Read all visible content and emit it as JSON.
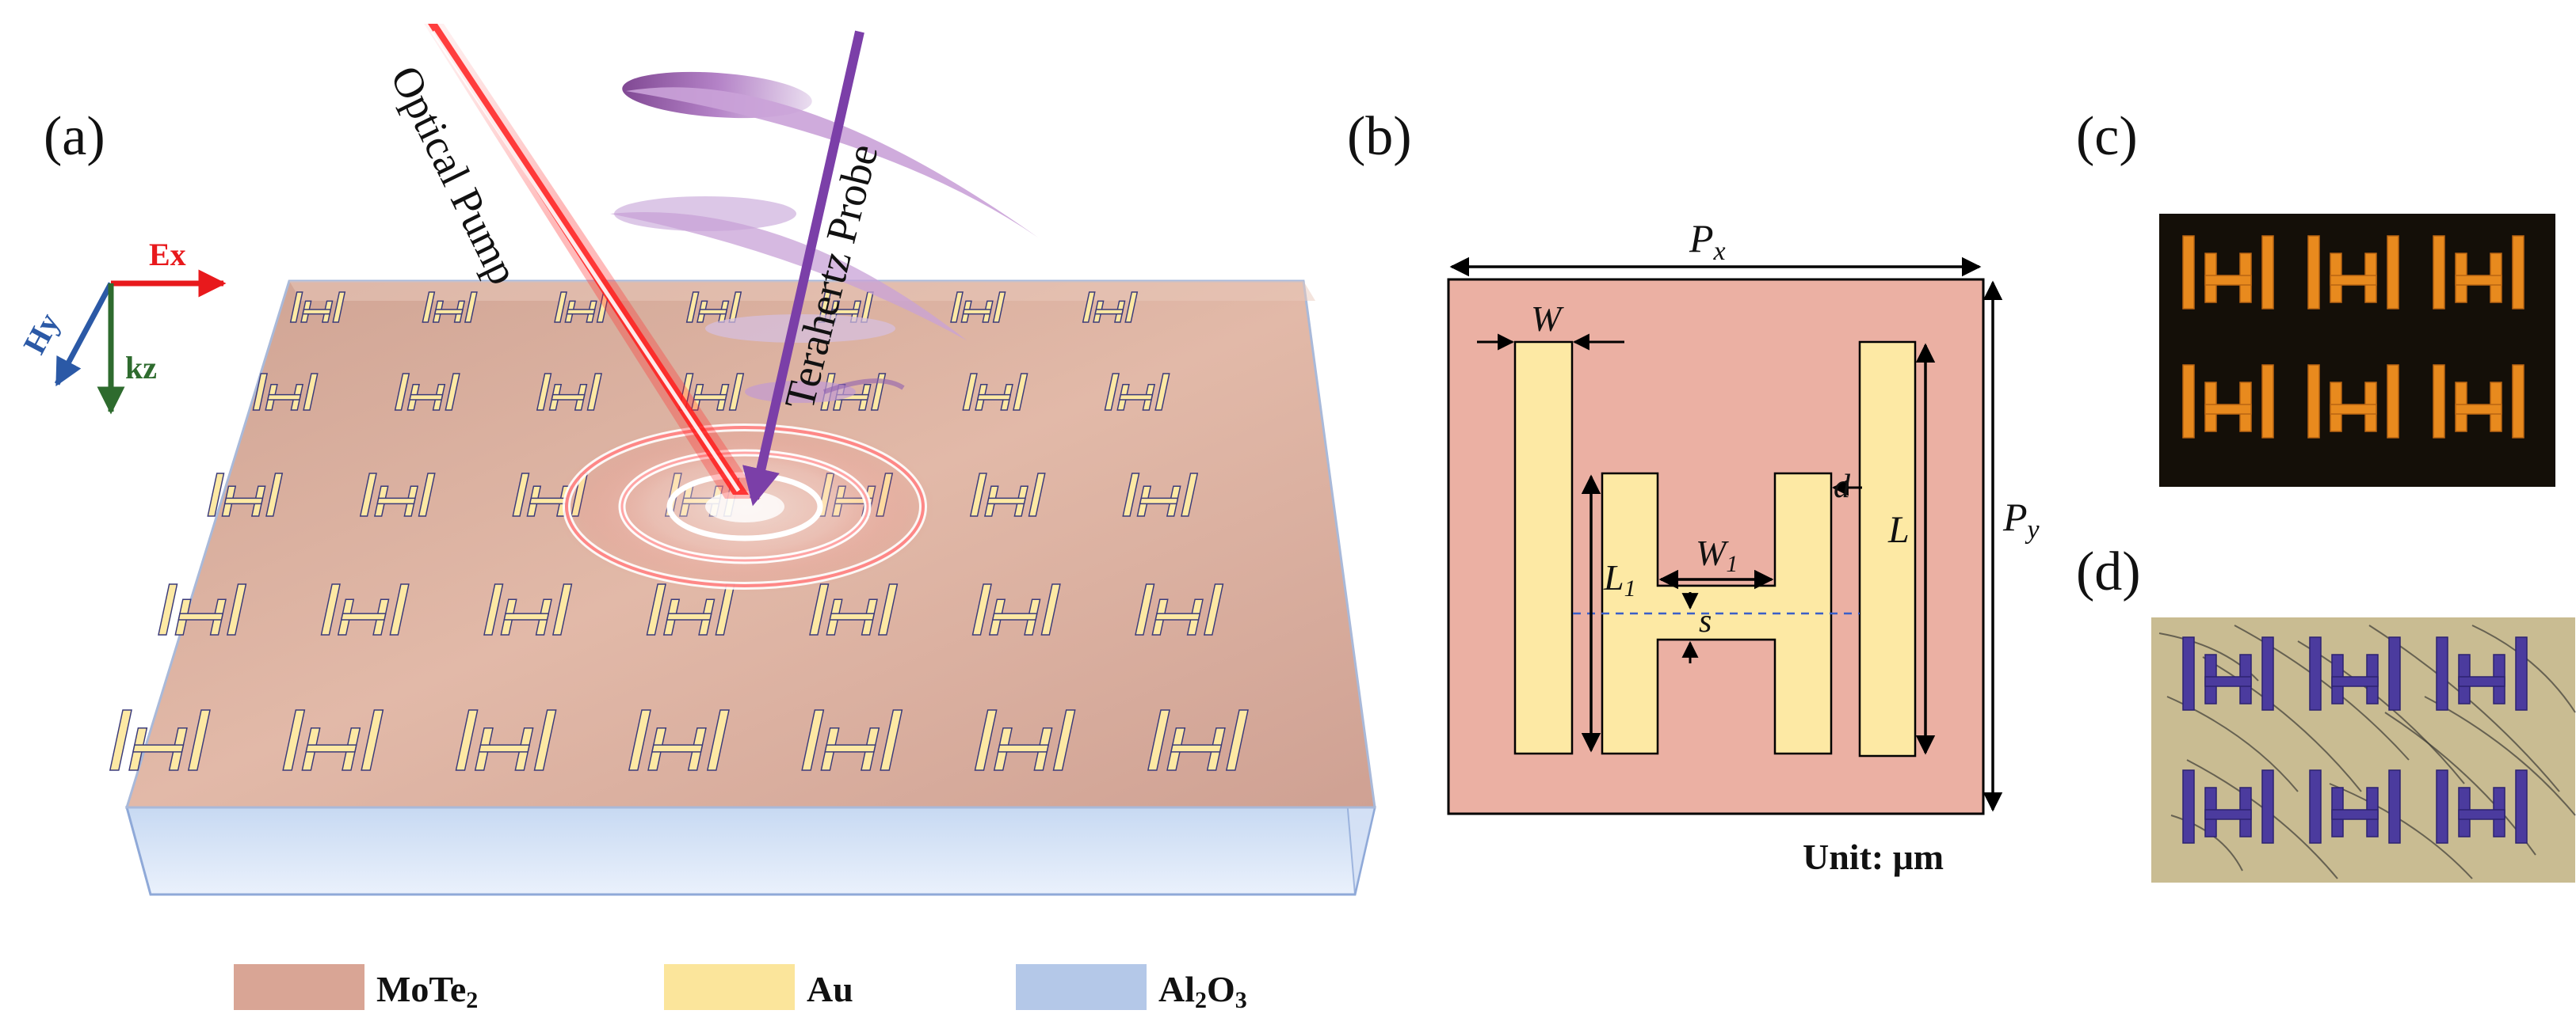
{
  "panels": {
    "a": "(a)",
    "b": "(b)",
    "c": "(c)",
    "d": "(d)"
  },
  "panel_a": {
    "beam_pump_label": "Optical Pump",
    "beam_probe_label": "Terahertz Probe",
    "axes": {
      "ex": "Ex",
      "hy": "Hy",
      "kz": "kz"
    },
    "axis_colors": {
      "ex": "#e8191c",
      "hy": "#2b59a6",
      "kz": "#2e6b2e"
    }
  },
  "panel_b": {
    "px": "P",
    "px_sub": "x",
    "py": "P",
    "py_sub": "y",
    "w": "W",
    "w1": "W",
    "w1_sub": "1",
    "l": "L",
    "l1": "L",
    "l1_sub": "1",
    "d": "d",
    "s": "s",
    "unit": "Unit: μm"
  },
  "legend": [
    {
      "label": "MoTe",
      "sub": "2",
      "after": "",
      "color": "#d9a595"
    },
    {
      "label": "Au",
      "sub": "",
      "after": "",
      "color": "#fbe59b"
    },
    {
      "label": "Al",
      "sub": "2",
      "after": "O",
      "sub2": "3",
      "color": "#b4c8e8"
    }
  ],
  "colors": {
    "mote2": "#e8b3a5",
    "au": "#fde9a4",
    "al2o3": "#cfe0f7",
    "pump": "#ff3b3b",
    "probe": "#9b59b6"
  }
}
